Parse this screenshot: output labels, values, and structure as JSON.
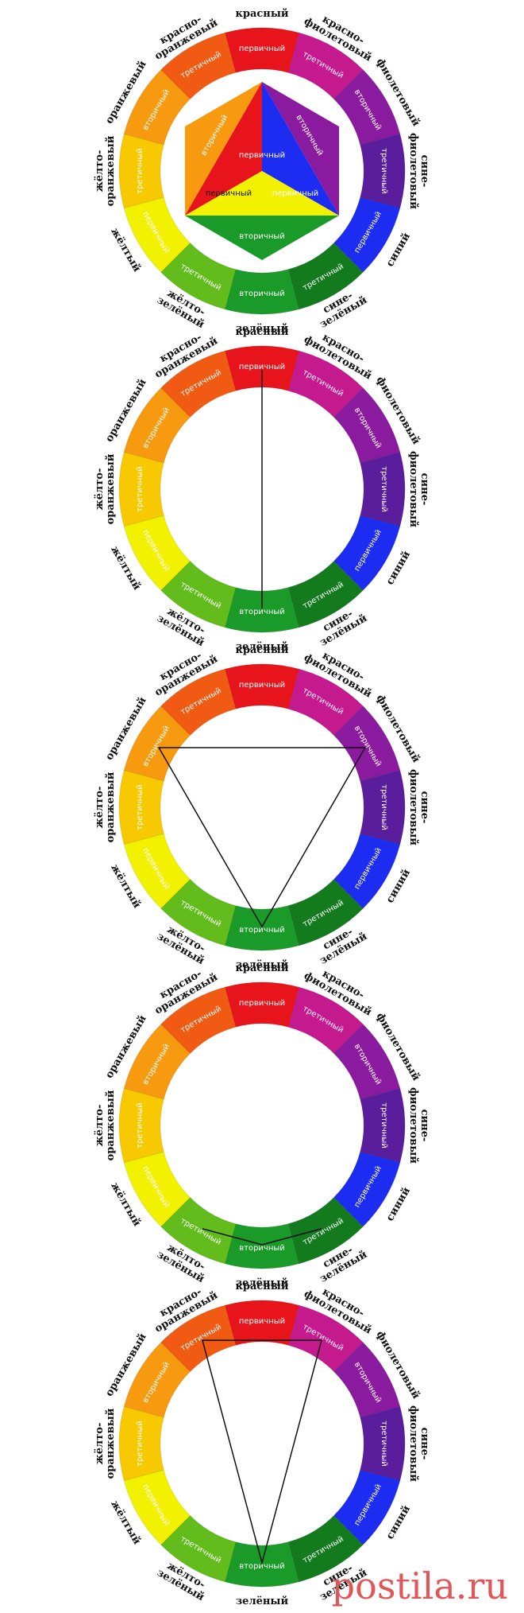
{
  "segments": [
    {
      "color_name": "красный",
      "tier": "первичный",
      "color": "#e8141c"
    },
    {
      "color_name": "красно-фиолетовый",
      "tier": "третичный",
      "color": "#c41a8e"
    },
    {
      "color_name": "фиолетовый",
      "tier": "вторичный",
      "color": "#8a1a9e"
    },
    {
      "color_name": "сине-фиолетовый",
      "tier": "третичный",
      "color": "#5a1e9c"
    },
    {
      "color_name": "синий",
      "tier": "первичный",
      "color": "#1c2cf0"
    },
    {
      "color_name": "сине-зелёный",
      "tier": "третичный",
      "color": "#137a1e"
    },
    {
      "color_name": "зелёный",
      "tier": "вторичный",
      "color": "#1a9a28"
    },
    {
      "color_name": "жёлто-зелёный",
      "tier": "третичный",
      "color": "#62bd1c"
    },
    {
      "color_name": "жёлтый",
      "tier": "первичный",
      "color": "#f2f200"
    },
    {
      "color_name": "жёлто-оранжевый",
      "tier": "третичный",
      "color": "#f8c800"
    },
    {
      "color_name": "оранжевый",
      "tier": "вторичный",
      "color": "#f89a10"
    },
    {
      "color_name": "красно-оранжевый",
      "tier": "третичный",
      "color": "#f05a12"
    }
  ],
  "wheels": [
    {
      "scheme": "inner-triangles"
    },
    {
      "scheme": "complementary",
      "indices": [
        0,
        6
      ]
    },
    {
      "scheme": "triad",
      "indices": [
        2,
        6,
        10
      ]
    },
    {
      "scheme": "analogous",
      "indices": [
        5,
        6,
        7
      ]
    },
    {
      "scheme": "split-complementary",
      "indices": [
        6,
        11,
        1
      ]
    }
  ],
  "inner": {
    "red_label": "первичный",
    "yellow_label": "первичный",
    "blue_label": "первичный",
    "purple_label": "вторичный",
    "orange_label": "вторичный",
    "green_label": "вторичный"
  },
  "watermark": "postila.ru"
}
